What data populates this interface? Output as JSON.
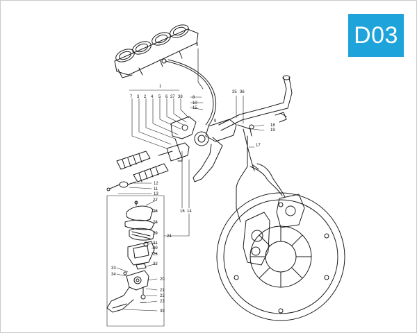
{
  "badge": {
    "label": "D03",
    "color": "#1ea3da"
  },
  "callouts": [
    {
      "id": "c1",
      "text": "1"
    },
    {
      "id": "c7",
      "text": "7"
    },
    {
      "id": "c3",
      "text": "3"
    },
    {
      "id": "c2",
      "text": "2"
    },
    {
      "id": "c4",
      "text": "4"
    },
    {
      "id": "c5",
      "text": "5"
    },
    {
      "id": "c6",
      "text": "6"
    },
    {
      "id": "c37",
      "text": "37"
    },
    {
      "id": "c38",
      "text": "38"
    },
    {
      "id": "c9a",
      "text": "9"
    },
    {
      "id": "c8",
      "text": "8"
    },
    {
      "id": "c10",
      "text": "10"
    },
    {
      "id": "c15",
      "text": "15"
    },
    {
      "id": "c9b",
      "text": "9"
    },
    {
      "id": "c35",
      "text": "35"
    },
    {
      "id": "c36",
      "text": "36"
    },
    {
      "id": "c18",
      "text": "18"
    },
    {
      "id": "c19",
      "text": "19"
    },
    {
      "id": "c17",
      "text": "17"
    },
    {
      "id": "c12",
      "text": "12"
    },
    {
      "id": "c11",
      "text": "11"
    },
    {
      "id": "c13",
      "text": "13"
    },
    {
      "id": "c16",
      "text": "16"
    },
    {
      "id": "c14",
      "text": "14"
    },
    {
      "id": "c24",
      "text": "24"
    },
    {
      "id": "c27",
      "text": "27"
    },
    {
      "id": "c26",
      "text": "26"
    },
    {
      "id": "c28",
      "text": "28"
    },
    {
      "id": "c29",
      "text": "29"
    },
    {
      "id": "c31",
      "text": "31"
    },
    {
      "id": "c30",
      "text": "30"
    },
    {
      "id": "c25",
      "text": "25"
    },
    {
      "id": "c32",
      "text": "32"
    },
    {
      "id": "c33",
      "text": "33"
    },
    {
      "id": "c34",
      "text": "34"
    },
    {
      "id": "c20",
      "text": "20"
    },
    {
      "id": "c21",
      "text": "21"
    },
    {
      "id": "c22",
      "text": "22"
    },
    {
      "id": "c23",
      "text": "23"
    },
    {
      "id": "c39",
      "text": "39"
    }
  ]
}
